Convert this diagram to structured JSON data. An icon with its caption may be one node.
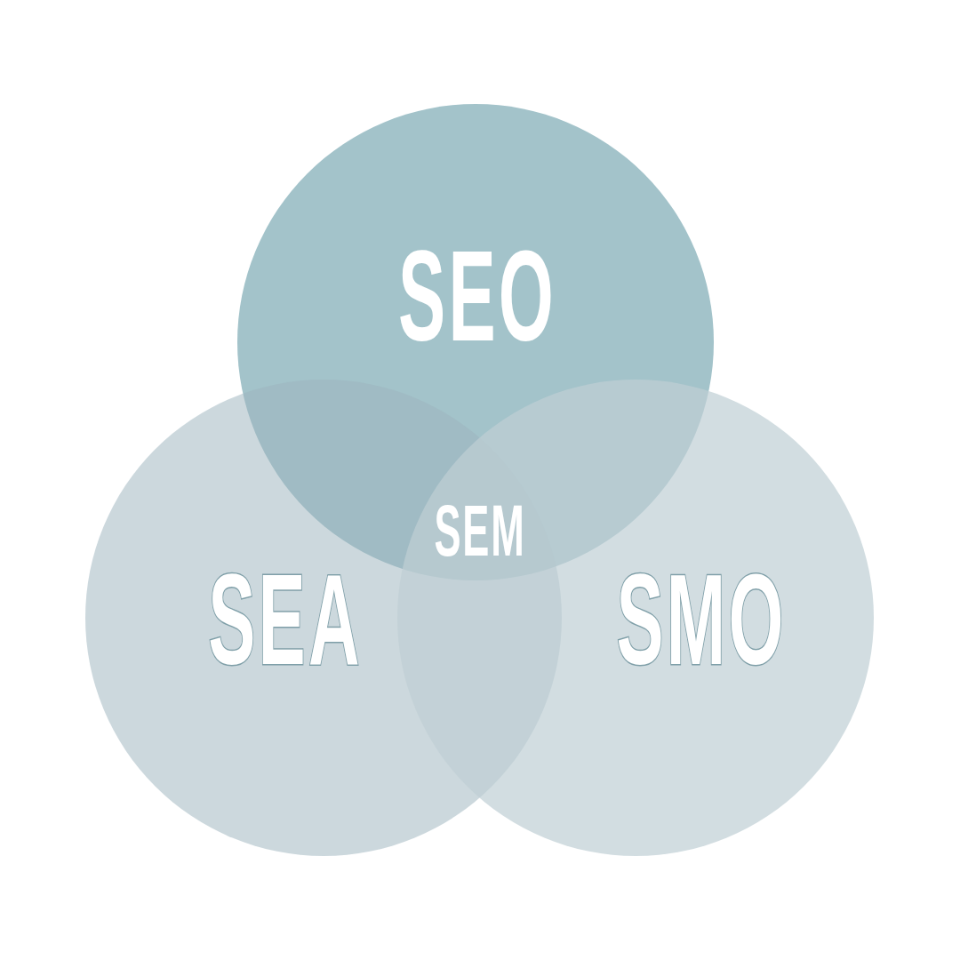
{
  "diagram": {
    "nodes": [
      {
        "text": [
          "SEO"
        ]
      },
      {
        "text": [
          "SEA"
        ]
      },
      {
        "text": [
          "SMO"
        ]
      }
    ],
    "labels": [
      "SEM"
    ]
  }
}
